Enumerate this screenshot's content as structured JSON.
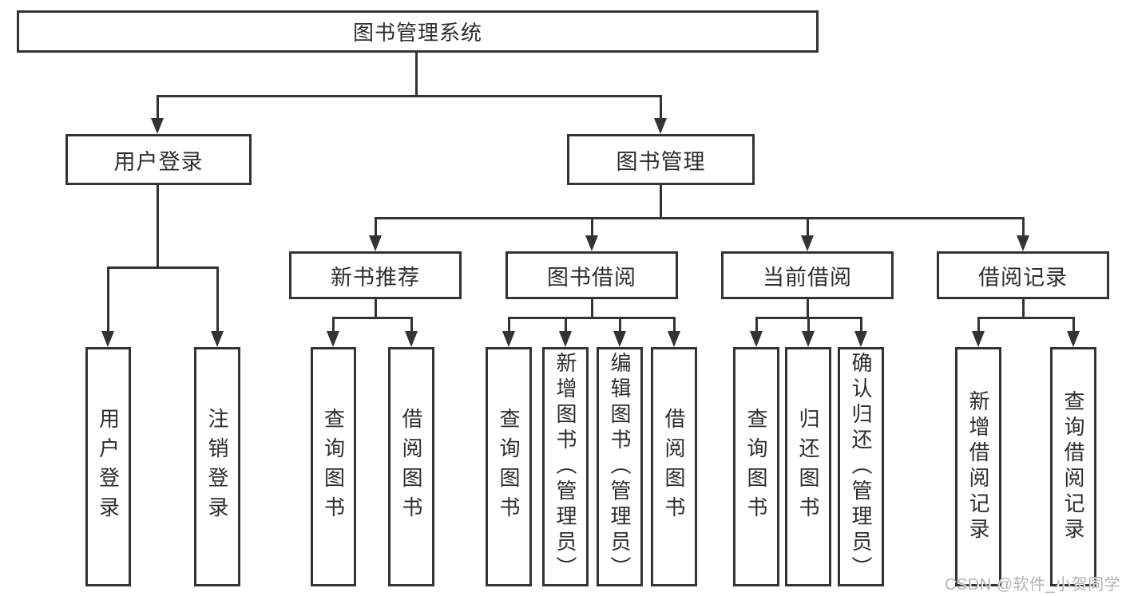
{
  "title": "图书管理系统",
  "colors": {
    "line": "#333333",
    "border": "#333333",
    "text": "#2d2d2d",
    "watermark": "#b3b3b3",
    "background": "#ffffff"
  },
  "tree": {
    "root": {
      "label": "图书管理系统"
    },
    "branches": [
      {
        "label": "用户登录",
        "children": [
          {
            "label": "用户登录"
          },
          {
            "label": "注销登录"
          }
        ]
      },
      {
        "label": "图书管理",
        "groups": [
          {
            "label": "新书推荐",
            "children": [
              {
                "label": "查询图书"
              },
              {
                "label": "借阅图书"
              }
            ]
          },
          {
            "label": "图书借阅",
            "children": [
              {
                "label": "查询图书"
              },
              {
                "label": "新增图书（管理员）"
              },
              {
                "label": "编辑图书（管理员）"
              },
              {
                "label": "借阅图书"
              }
            ]
          },
          {
            "label": "当前借阅",
            "children": [
              {
                "label": "查询图书"
              },
              {
                "label": "归还图书"
              },
              {
                "label": "确认归还（管理员）"
              }
            ]
          },
          {
            "label": "借阅记录",
            "children": [
              {
                "label": "新增借阅记录"
              },
              {
                "label": "查询借阅记录"
              }
            ]
          }
        ]
      }
    ]
  },
  "watermark": {
    "text": "CSDN @软件_小贺同学"
  }
}
